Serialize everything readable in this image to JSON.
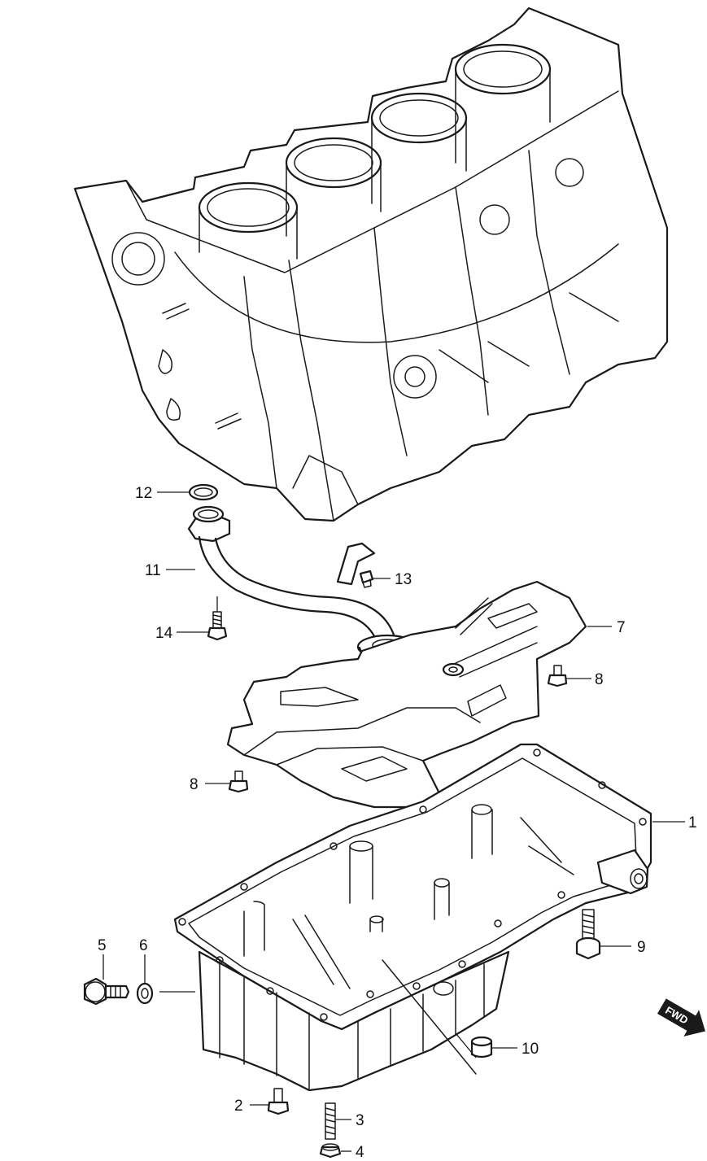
{
  "callouts": [
    {
      "id": "1",
      "label": "1"
    },
    {
      "id": "2",
      "label": "2"
    },
    {
      "id": "3",
      "label": "3"
    },
    {
      "id": "4",
      "label": "4"
    },
    {
      "id": "5",
      "label": "5"
    },
    {
      "id": "6",
      "label": "6"
    },
    {
      "id": "7",
      "label": "7"
    },
    {
      "id": "8a",
      "label": "8"
    },
    {
      "id": "8b",
      "label": "8"
    },
    {
      "id": "9",
      "label": "9"
    },
    {
      "id": "10",
      "label": "10"
    },
    {
      "id": "11",
      "label": "11"
    },
    {
      "id": "12",
      "label": "12"
    },
    {
      "id": "13",
      "label": "13"
    },
    {
      "id": "14",
      "label": "14"
    }
  ],
  "forward_marker": {
    "label": "FWD",
    "icon": "forward-arrow-icon"
  }
}
